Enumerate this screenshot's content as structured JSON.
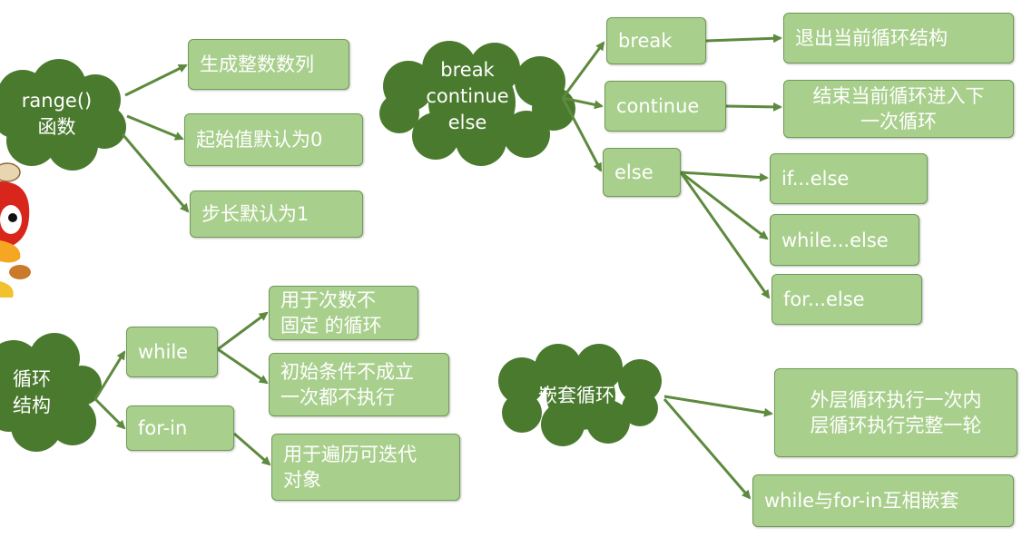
{
  "colors": {
    "cloud": "#4a7a2e",
    "box": "#a9cf8d",
    "arrow": "#5d8a3e",
    "text": "#ffffff"
  },
  "icons": [
    "mascot-bird-icon"
  ],
  "clouds": {
    "range": "range()\n函数",
    "loop_structure": "循环\n结构",
    "bce": "break\ncontinue\nelse",
    "nested": "嵌套循环"
  },
  "boxes": {
    "range_gen": "生成整数数列",
    "range_start": "起始值默认为0",
    "range_step": "步长默认为1",
    "while": "while",
    "for_in": "for-in",
    "while_desc": "用于次数不\n固定 的循环",
    "while_desc2": "初始条件不成立\n一次都不执行",
    "for_in_desc": "用于遍历可迭代\n对象",
    "break": "break",
    "continue": "continue",
    "else": "else",
    "break_desc": "退出当前循环结构",
    "continue_desc": "结束当前循环进入下\n一次循环",
    "if_else": "if...else",
    "while_else": "while...else",
    "for_else": "for...else",
    "nested_desc": "外层循环执行一次内\n层循环执行完整一轮",
    "nested_desc2": "while与for-in互相嵌套"
  }
}
